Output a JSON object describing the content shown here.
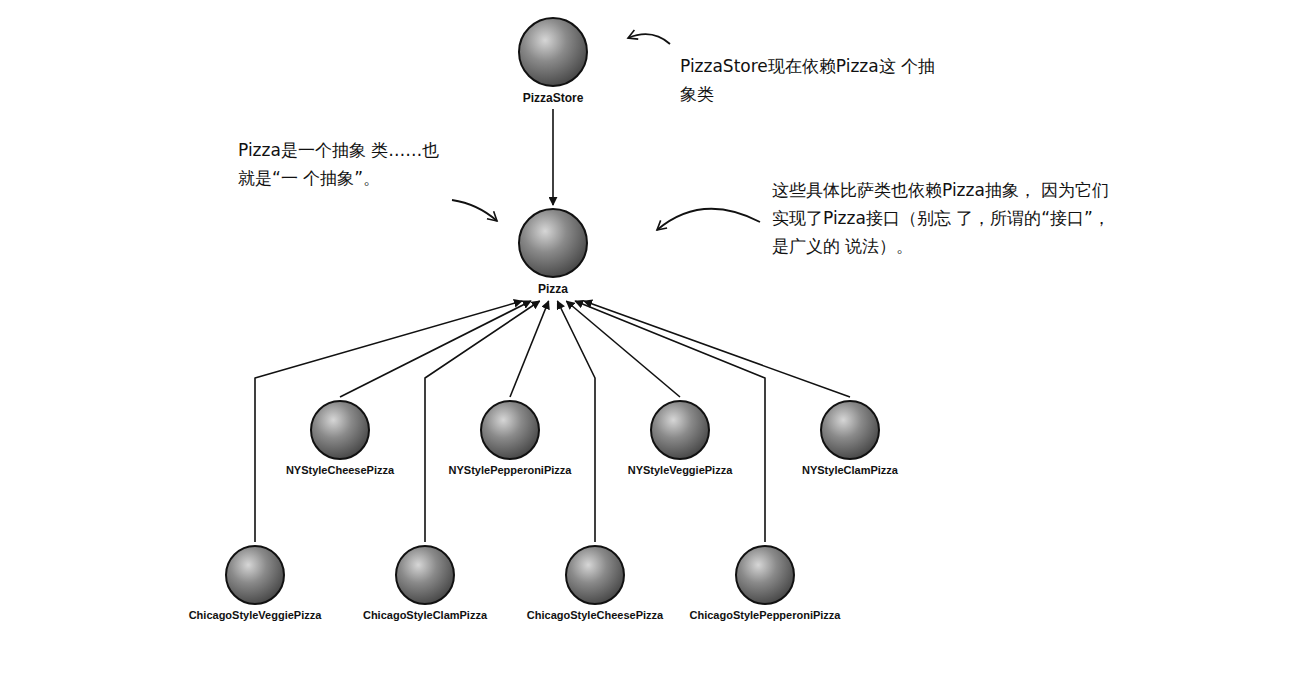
{
  "diagram": {
    "nodes": [
      {
        "text": [
          "PizzaStore"
        ]
      },
      {
        "text": [
          "Pizza"
        ]
      },
      {
        "text": [
          "NYStyleCheesePizza"
        ]
      },
      {
        "text": [
          "NYStylePepperoniPizza"
        ]
      },
      {
        "text": [
          "NYStyleVeggiePizza"
        ]
      },
      {
        "text": [
          "NYStyleClamPizza"
        ]
      },
      {
        "text": [
          "ChicagoStyleVeggiePizza"
        ]
      },
      {
        "text": [
          "ChicagoStyleClamPizza"
        ]
      },
      {
        "text": [
          "ChicagoStyleCheesePizza"
        ]
      },
      {
        "text": [
          "ChicagoStylePepperoniPizza"
        ]
      }
    ],
    "edges": [
      {
        "from": 0,
        "to": 1,
        "arrow": "to"
      },
      {
        "from": 2,
        "to": 1,
        "arrow": "to"
      },
      {
        "from": 3,
        "to": 1,
        "arrow": "to"
      },
      {
        "from": 4,
        "to": 1,
        "arrow": "to"
      },
      {
        "from": 5,
        "to": 1,
        "arrow": "to"
      },
      {
        "from": 6,
        "to": 1,
        "arrow": "to"
      },
      {
        "from": 7,
        "to": 1,
        "arrow": "to"
      },
      {
        "from": 8,
        "to": 1,
        "arrow": "to"
      },
      {
        "from": 9,
        "to": 1,
        "arrow": "to"
      }
    ],
    "labels": [
      "PizzaStore现在依赖Pizza这 个抽象类",
      "Pizza是一个抽象 类……也就是“一 个抽象”。",
      "这些具体比萨类也依赖Pizza抽象， 因为它们实现了Pizza接口（别忘 了，所谓的“接口”，是广义的 说法）。"
    ]
  }
}
